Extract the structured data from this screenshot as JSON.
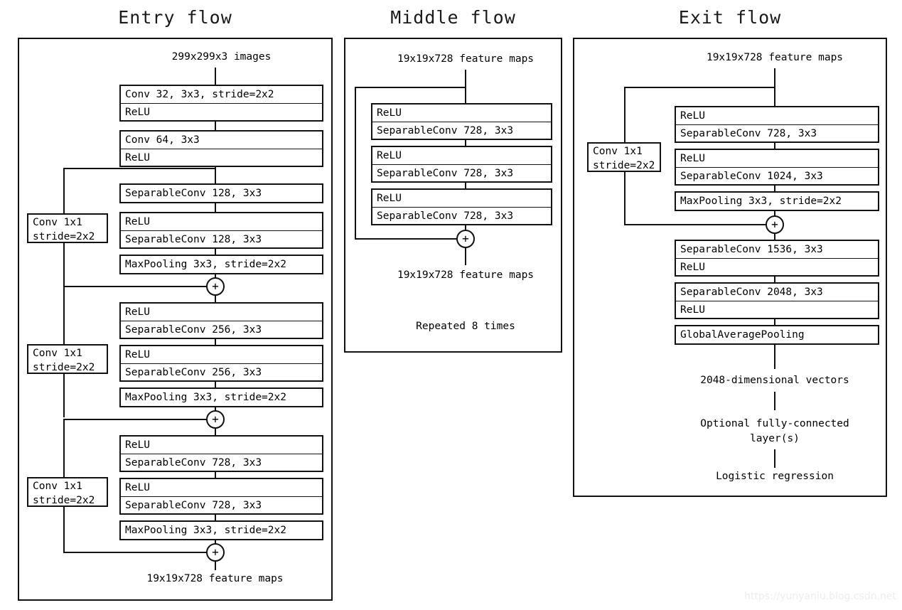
{
  "diagram": {
    "title_entry": "Entry flow",
    "title_middle": "Middle flow",
    "title_exit": "Exit flow",
    "watermark": "https://yunyaniu.blog.csdn.net",
    "plus_symbol": "+"
  },
  "entry_flow": {
    "input_caption": "299x299x3 images",
    "output_caption": "19x19x728 feature maps",
    "blocks": [
      {
        "rows": [
          "Conv 32, 3x3, stride=2x2",
          "ReLU"
        ]
      },
      {
        "rows": [
          "Conv 64, 3x3",
          "ReLU"
        ]
      },
      {
        "rows": [
          "SeparableConv 128, 3x3"
        ]
      },
      {
        "rows": [
          "ReLU",
          "SeparableConv 128, 3x3"
        ]
      },
      {
        "rows": [
          "MaxPooling 3x3, stride=2x2"
        ]
      },
      {
        "rows": [
          "ReLU",
          "SeparableConv 256, 3x3"
        ]
      },
      {
        "rows": [
          "ReLU",
          "SeparableConv 256, 3x3"
        ]
      },
      {
        "rows": [
          "MaxPooling 3x3, stride=2x2"
        ]
      },
      {
        "rows": [
          "ReLU",
          "SeparableConv 728, 3x3"
        ]
      },
      {
        "rows": [
          "ReLU",
          "SeparableConv 728, 3x3"
        ]
      },
      {
        "rows": [
          "MaxPooling 3x3, stride=2x2"
        ]
      }
    ],
    "shortcuts": [
      {
        "line1": "Conv 1x1",
        "line2": "stride=2x2"
      },
      {
        "line1": "Conv 1x1",
        "line2": "stride=2x2"
      },
      {
        "line1": "Conv 1x1",
        "line2": "stride=2x2"
      }
    ]
  },
  "middle_flow": {
    "input_caption": "19x19x728 feature maps",
    "output_caption": "19x19x728 feature maps",
    "repeat_caption": "Repeated 8 times",
    "blocks": [
      {
        "rows": [
          "ReLU",
          "SeparableConv 728, 3x3"
        ]
      },
      {
        "rows": [
          "ReLU",
          "SeparableConv 728, 3x3"
        ]
      },
      {
        "rows": [
          "ReLU",
          "SeparableConv 728, 3x3"
        ]
      }
    ]
  },
  "exit_flow": {
    "input_caption": "19x19x728 feature maps",
    "vector_caption": "2048-dimensional vectors",
    "fc_caption": "Optional fully-connected layer(s)",
    "final_caption": "Logistic regression",
    "shortcut": {
      "line1": "Conv 1x1",
      "line2": "stride=2x2"
    },
    "blocks": [
      {
        "rows": [
          "ReLU",
          "SeparableConv 728, 3x3"
        ]
      },
      {
        "rows": [
          "ReLU",
          "SeparableConv 1024, 3x3"
        ]
      },
      {
        "rows": [
          "MaxPooling 3x3, stride=2x2"
        ]
      },
      {
        "rows": [
          "SeparableConv 1536, 3x3",
          "ReLU"
        ]
      },
      {
        "rows": [
          "SeparableConv 2048, 3x3",
          "ReLU"
        ]
      },
      {
        "rows": [
          "GlobalAveragePooling"
        ]
      }
    ]
  }
}
